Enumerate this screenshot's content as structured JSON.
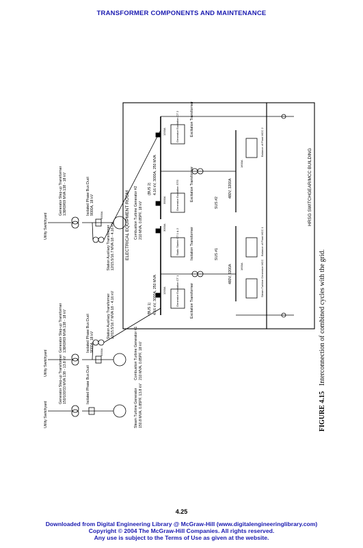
{
  "header": {
    "title": "TRANSFORMER COMPONENTS AND MAINTENANCE"
  },
  "figure": {
    "number": "FIGURE 4.15",
    "caption": "Interconnection of combined cycles with the grid.",
    "labels": {
      "utility_switchyard": "Utility Switchyard",
      "gen_stepup_1": "Generator Step-up Transformer",
      "gen_stepup_1_rating": "138/69/69 MVA  138 - 18 kV",
      "gen_stepup_2": "Generator Step-up Transformer",
      "gen_stepup_2_rating": "138/69/69 MVA  138 - 18 kV",
      "gen_stepup_st": "Generator Step-up Transformer",
      "gen_stepup_st_rating": "150/100/33 MVA  138 - 13.8 kV",
      "isolated_phase_bus": "Isolated Phase Bus Duct",
      "isolated_phase_bus_rating": "9000A, 18 kV",
      "station_aux_transformer": "Station Auxiliary Transformer",
      "station_aux_rating": "12/15.5/16.7 MVA  18 - 4.16 kV",
      "ct_generator_1": "Combustion Turbine Generator #1",
      "ct_generator_1_rating": "210 MVA, 0.85PF, 18 kV",
      "ct_generator_2": "Combustion Turbine Generator #2",
      "ct_generator_2_rating": "210 MVA, 0.85PF, 18 kV",
      "steam_turbine_generator": "Steam Turbine Generator",
      "steam_turbine_rating": "150.8 MVA, 0.85PF, 13.8 kV",
      "electrical_equipment_room": "ELECTRICAL EQUIPMENT ROOM",
      "hrsg_building": "HRSG SWITCHGEAR/MCC BUILDING",
      "bus_1_rating": "4.16 kV, 3000A, 250 MVA",
      "bus_2_rating": "4.16 kV, 3000A, 250 MVA",
      "bus1": "(BUS 1)",
      "bus2": "(BUS 2)",
      "sus1": "SUS #1",
      "sus2": "SUS #2",
      "excitation_transformer": "Excitation Transformer",
      "generator_excitation_ct1": "Generator Excitation CT 1",
      "generator_excitation_ct2": "Generator Excitation CT 2",
      "generator_excitation_sto": "Generator Excitation STG",
      "isolation_transformer": "Isolation Transformer",
      "static_starter": "Static Starter CT 1 & 2",
      "balance_of_plant_mcc1": "Balance of Plant MCC 1",
      "balance_of_plant_mcc2": "Balance of Plant MCC 2",
      "steam_turbine_mcc": "Steam Turbine Generator MCC",
      "bus_480v_1": "480V, 3200A",
      "bus_480v_2": "480V, 3200A",
      "bkr_1200": "1200A",
      "bkr_3000": "3000A",
      "bkr_1600": "1600A",
      "bkr_9000": "9000A"
    }
  },
  "page": {
    "number": "4.25"
  },
  "footer": {
    "line1": "Downloaded from Digital Engineering Library @ McGraw-Hill (www.digitalengineeringlibrary.com)",
    "line2": "Copyright © 2004 The McGraw-Hill Companies. All rights reserved.",
    "line3": "Any use is subject to the Terms of Use as given at the website."
  }
}
